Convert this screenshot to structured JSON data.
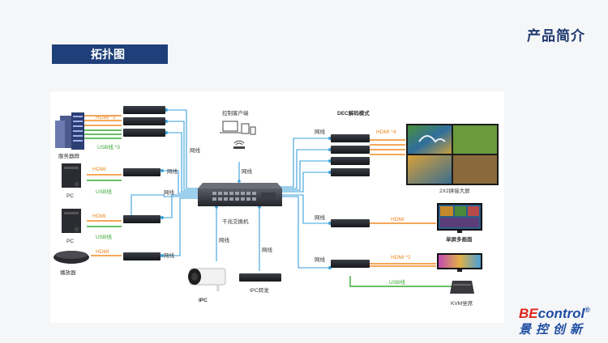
{
  "header": {
    "title": "产品简介",
    "section": "拓扑图"
  },
  "devices": {
    "servers": "服务器群",
    "pc1": "PC",
    "pc2": "PC",
    "player": "播放器",
    "client": "控制客户端",
    "switch": "千兆交换机",
    "ipc": "IPC",
    "ipc_forward": "IPC转发",
    "dec_mode": "DEC解码模式",
    "video_wall": "2X2拼接大屏",
    "single_multi": "单屏多画面",
    "kvm": "KVM坐席"
  },
  "links": {
    "hdmi3": "HDMI *3",
    "usb3": "USB线 *3",
    "hdmi": "HDMI",
    "usb": "USB线",
    "network": "网线",
    "hdmi4": "HDMI *4",
    "hdmi2": "HDMI *2"
  },
  "colors": {
    "hdmi": "#f08a24",
    "usb": "#39a935",
    "network": "#3aa0d8",
    "brand_blue": "#1f4ea3",
    "brand_red": "#e1251b",
    "header_bar": "#1e3f7a"
  },
  "logo": {
    "en_first": "BE",
    "en_rest": "control",
    "reg": "®",
    "cn": "景控创新"
  }
}
